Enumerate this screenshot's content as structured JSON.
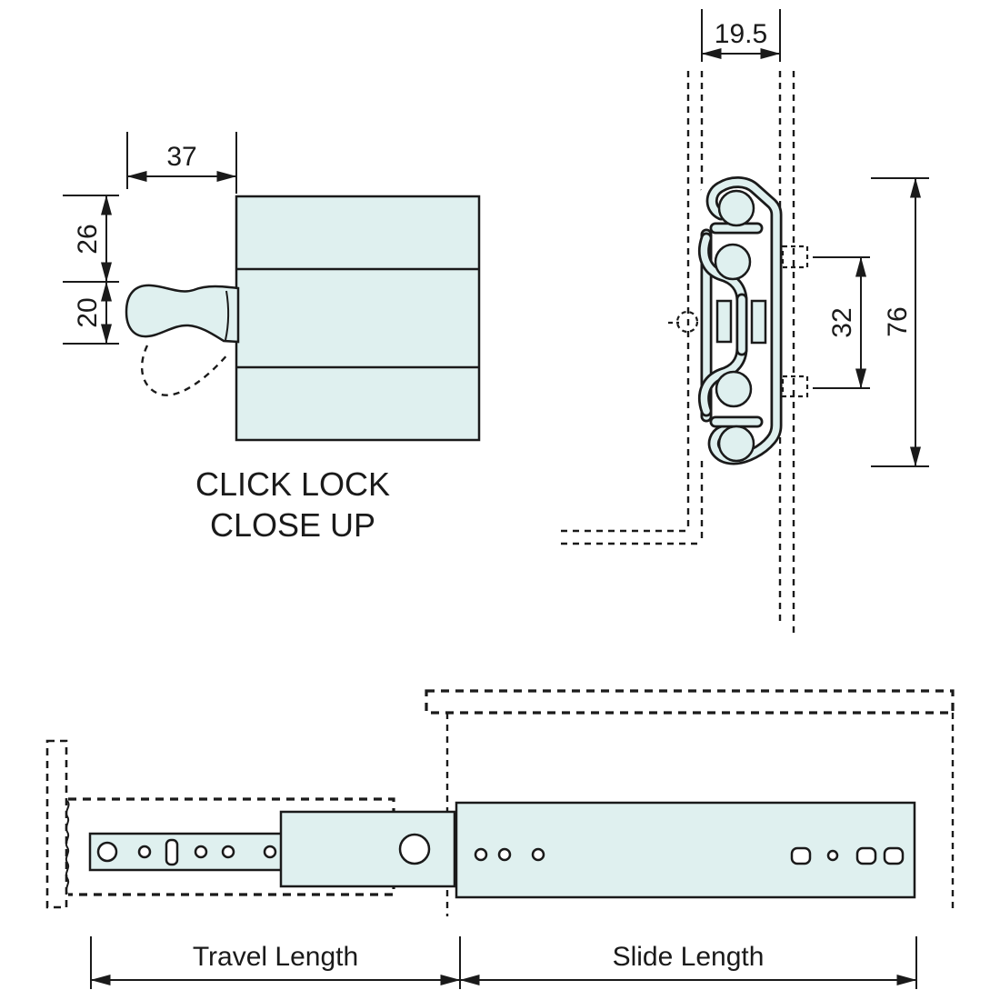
{
  "diagram": {
    "colors": {
      "part_fill": "#dff0ef",
      "line": "#1a1a1a",
      "background": "#ffffff"
    },
    "click_lock_view": {
      "caption_line1": "CLICK LOCK",
      "caption_line2": "CLOSE UP",
      "dim_width": "37",
      "dim_upper": "26",
      "dim_lower": "20"
    },
    "cross_section_view": {
      "dim_width": "19.5",
      "dim_hole_spacing": "32",
      "dim_height": "76"
    },
    "length_view": {
      "travel_label": "Travel Length",
      "slide_label": "Slide Length"
    }
  }
}
